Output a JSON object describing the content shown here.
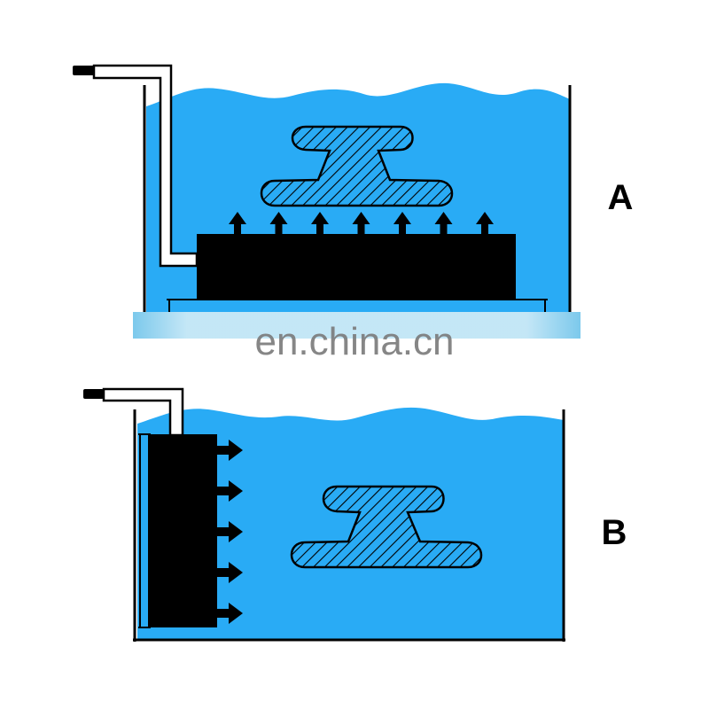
{
  "colors": {
    "water": "#29abf5",
    "outline": "#000000",
    "watermark_band": "#7cc9ec",
    "watermark_text": "#7a7a7a",
    "pipe_fill": "#ffffff"
  },
  "diagram": {
    "panel_a": {
      "label": "A",
      "transducer_orientation": "bottom",
      "arrow_direction": "up",
      "arrow_count": 7
    },
    "panel_b": {
      "label": "B",
      "transducer_orientation": "side",
      "arrow_direction": "right",
      "arrow_count": 5
    },
    "workpiece_icon": "hatched-rail-part-icon",
    "water_icon": "wavy-water-surface-icon"
  },
  "watermark": {
    "text": "en.china.cn"
  }
}
